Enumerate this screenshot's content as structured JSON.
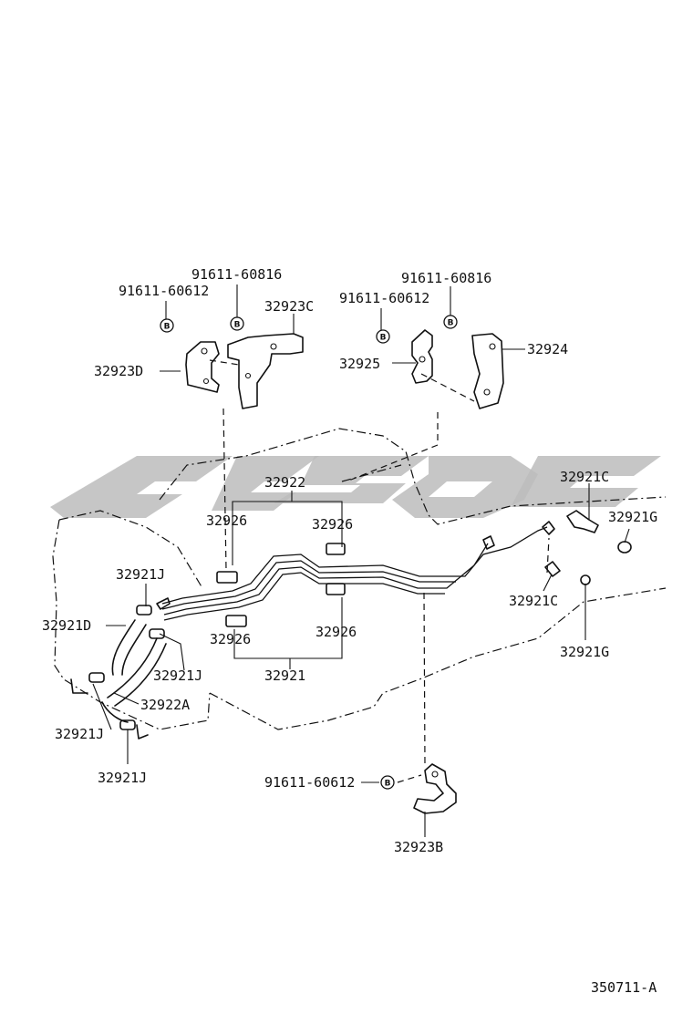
{
  "diagram": {
    "reference": "350711-A",
    "bolt_symbol": "B",
    "labels": {
      "bolt_d": "91611-60612",
      "bolt_c": "91611-60816",
      "bracket_c": "32923C",
      "bracket_d": "32923D",
      "bolt_left_mid": "91611-60816",
      "bolt_mid": "91611-60612",
      "bracket_32924": "32924",
      "clamp_32925": "32925",
      "tube_set_32922": "32922",
      "grommet_tl": "32926",
      "grommet_tr": "32926",
      "grommet_bl": "32926",
      "grommet_br": "32926",
      "tube_set_32921": "32921",
      "fitting_c_top": "32921C",
      "oring_g_top": "32921G",
      "fitting_c_mid": "32921C",
      "oring_g_mid": "32921G",
      "clip_j_upper": "32921J",
      "hose_d": "32921D",
      "clip_j_mid": "32921J",
      "hose_a": "32922A",
      "clip_j_lower_left": "32921J",
      "clip_j_bottom": "32921J",
      "bolt_bottom": "91611-60612",
      "bracket_b": "32923B"
    }
  }
}
